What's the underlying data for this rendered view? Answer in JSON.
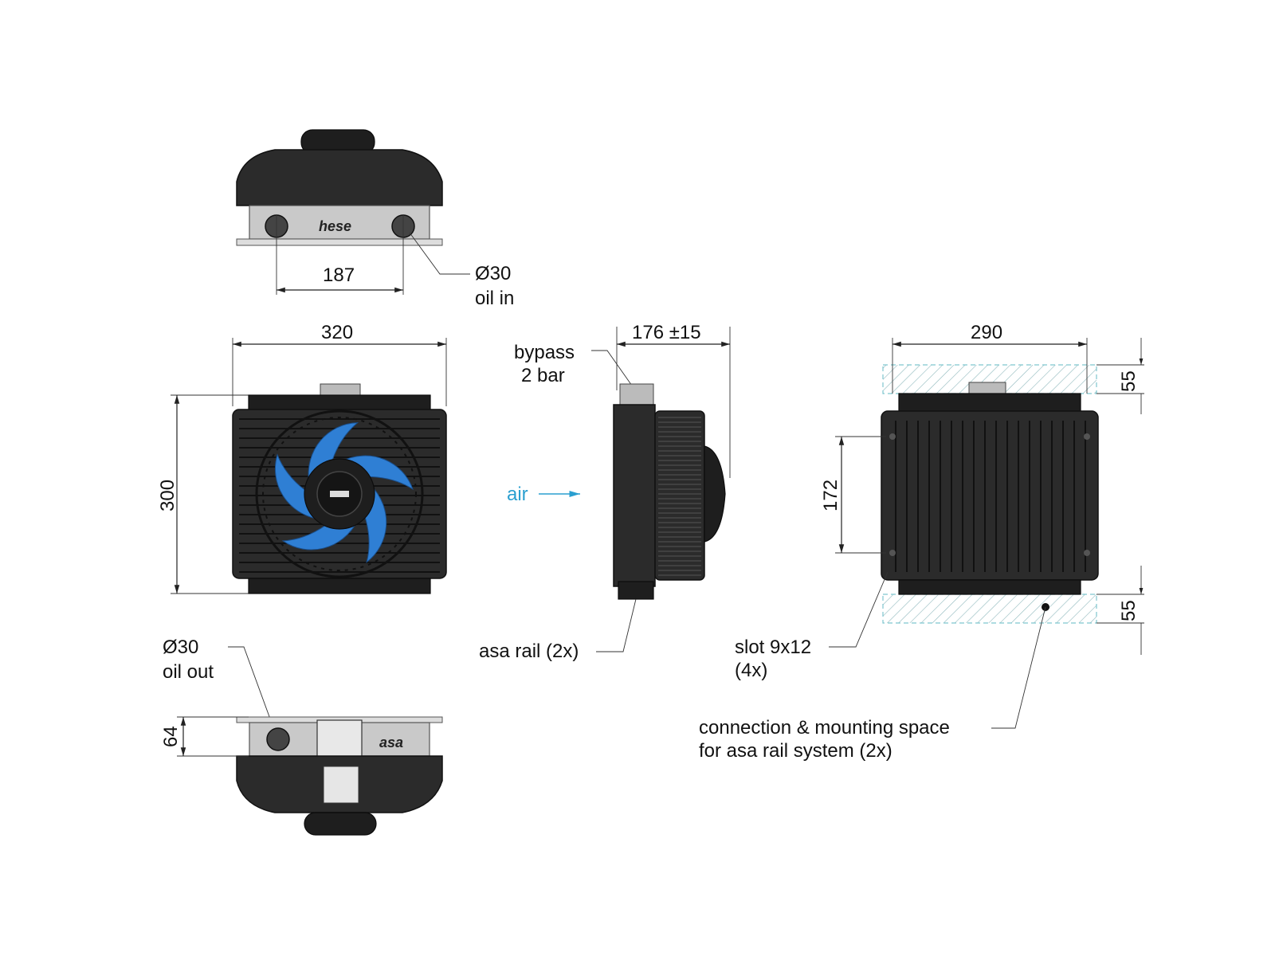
{
  "top_view": {
    "dim_port_spacing": "187",
    "port_callout_size": "Ø30",
    "port_callout_label": "oil in",
    "logo": "hese"
  },
  "front_view": {
    "dim_width": "320",
    "dim_height": "300",
    "fan_color": "#2f7fd4"
  },
  "side_view": {
    "dim_depth": "176 ±15",
    "bypass_line1": "bypass",
    "bypass_line2": "2 bar",
    "air_label": "air",
    "rail_label": "asa rail (2x)",
    "air_color": "#2a9fd0"
  },
  "rear_view": {
    "dim_width": "290",
    "dim_slot_spacing": "172",
    "dim_top_space": "55",
    "dim_bottom_space": "55",
    "slot_line1": "slot 9x12",
    "slot_line2": "(4x)",
    "space_line1": "connection & mounting space",
    "space_line2": "for asa rail system (2x)",
    "hatch_color": "#7fc6cf"
  },
  "bottom_view": {
    "dim_height": "64",
    "port_callout_size": "Ø30",
    "port_callout_label": "oil out",
    "logo": "asa"
  }
}
